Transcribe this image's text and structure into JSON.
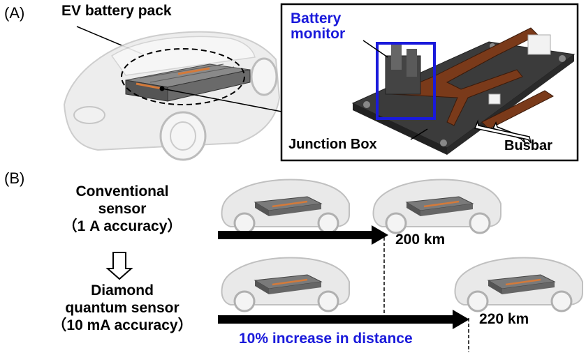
{
  "panel_a": {
    "label": "(A)",
    "ev_battery_pack_label": "EV battery pack",
    "battery_monitor_label_line1": "Battery",
    "battery_monitor_label_line2": "monitor",
    "junction_box_label": "Junction Box",
    "busbar_label": "Busbar"
  },
  "panel_b": {
    "label": "(B)",
    "conventional": {
      "line1": "Conventional",
      "line2": "sensor",
      "line3": "（1 A accuracy）",
      "distance": "200 km"
    },
    "diamond": {
      "line1": "Diamond",
      "line2": "quantum sensor",
      "line3": "（10 mA accuracy）",
      "distance": "220 km"
    },
    "increase_label": "10% increase in distance"
  },
  "colors": {
    "accent_blue": "#1a1adb",
    "text": "#000000",
    "busbar_copper": "#7a3a1a",
    "car_gray": "#d9d9d9"
  }
}
